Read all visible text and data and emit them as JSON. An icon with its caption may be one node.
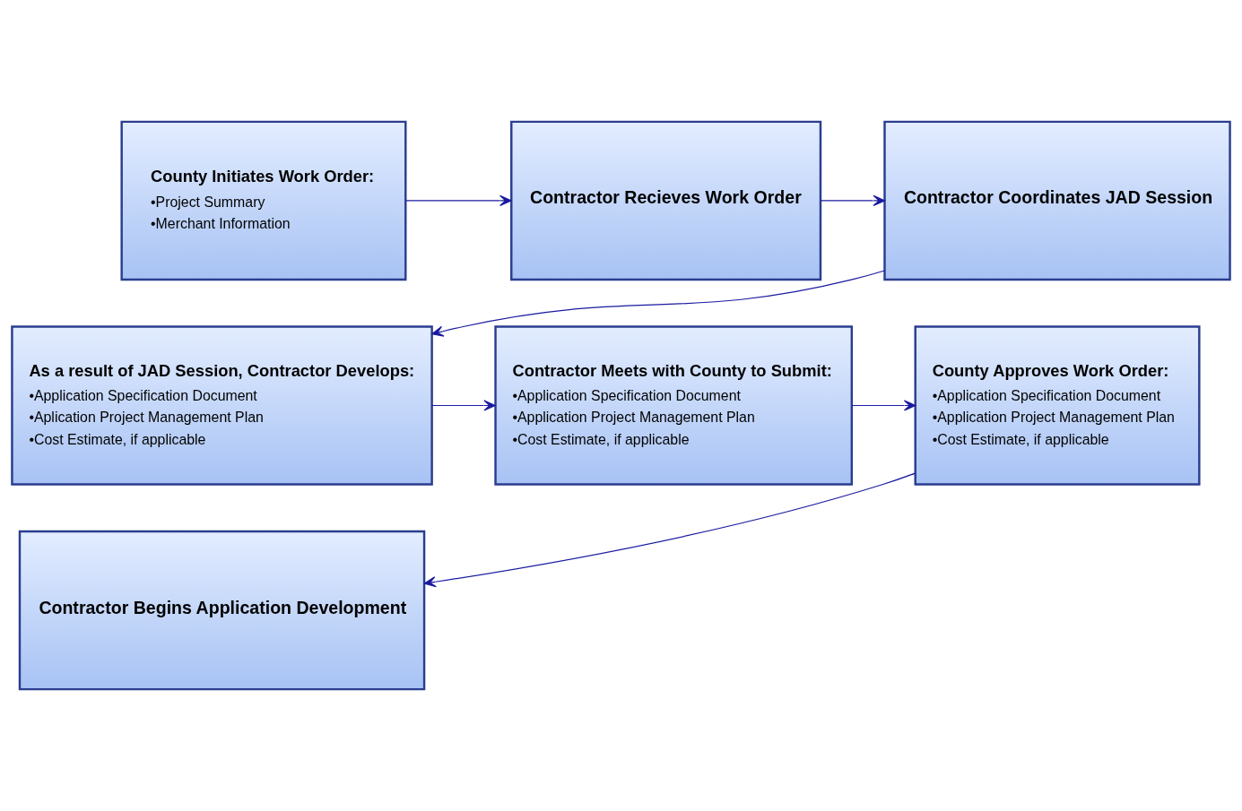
{
  "diagram": {
    "nodes": [
      {
        "text": [
          "County Initiates Work Order:",
          "•Project Summary",
          "•Merchant Information"
        ]
      },
      {
        "text": [
          "Contractor Recieves Work Order"
        ]
      },
      {
        "text": [
          "Contractor Coordinates JAD Session"
        ]
      },
      {
        "text": [
          "As a result of JAD Session, Contractor Develops:",
          "•Application Specification Document",
          "•Aplication Project Management Plan",
          "•Cost Estimate, if applicable"
        ]
      },
      {
        "text": [
          "Contractor Meets with County to Submit:",
          "•Application Specification Document",
          "•Application Project Management Plan",
          "•Cost Estimate, if applicable"
        ]
      },
      {
        "text": [
          "County Approves Work Order:",
          "•Application Specification Document",
          "•Application Project Management Plan",
          "•Cost Estimate, if applicable"
        ]
      },
      {
        "text": [
          "Contractor Begins Application Development"
        ]
      }
    ],
    "edges": [
      {
        "from": 0,
        "to": 1,
        "arrow": "to"
      },
      {
        "from": 1,
        "to": 2,
        "arrow": "to"
      },
      {
        "from": 2,
        "to": 3,
        "arrow": "to"
      },
      {
        "from": 3,
        "to": 4,
        "arrow": "to"
      },
      {
        "from": 4,
        "to": 5,
        "arrow": "to"
      },
      {
        "from": 5,
        "to": 6,
        "arrow": "to"
      }
    ]
  }
}
